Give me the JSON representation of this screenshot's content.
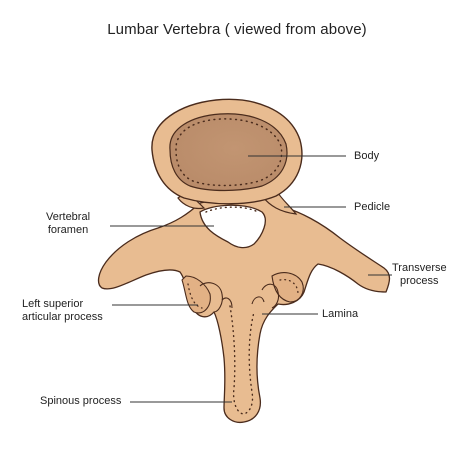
{
  "title": "Lumbar Vertebra ( viewed from above)",
  "colors": {
    "bone_fill": "#E8BC91",
    "bone_fill_dark": "#D9A57A",
    "body_inner": "#C99A76",
    "outline": "#4A2B1C",
    "leader_line": "#333333",
    "text": "#222222"
  },
  "labels": {
    "body": "Body",
    "pedicle": "Pedicle",
    "vertebral_foramen": [
      "Vertebral",
      "foramen"
    ],
    "transverse_process": [
      "Transverse",
      "process"
    ],
    "left_superior_articular_process": [
      "Left superior",
      "articular process"
    ],
    "lamina": "Lamina",
    "spinous_process": "Spinous process"
  }
}
